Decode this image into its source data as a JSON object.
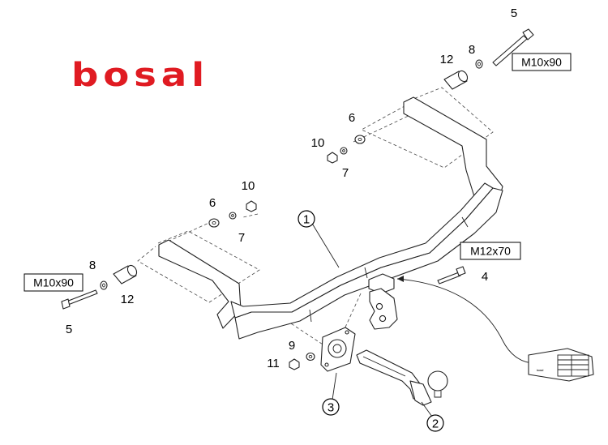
{
  "brand": {
    "logo_text": "bosal",
    "color": "#e01b22"
  },
  "callouts": {
    "c1": "1",
    "c2": "2",
    "c3": "3",
    "c4": "4",
    "c5a": "5",
    "c5b": "5",
    "c6a": "6",
    "c6b": "6",
    "c7a": "7",
    "c7b": "7",
    "c8a": "8",
    "c8b": "8",
    "c9": "9",
    "c10a": "10",
    "c10b": "10",
    "c11": "11",
    "c12a": "12",
    "c12b": "12"
  },
  "bolt_specs": {
    "top_right": "M10x90",
    "left": "M10x90",
    "ball": "M12x70"
  },
  "approval_plate": {
    "brand": "bosal"
  }
}
